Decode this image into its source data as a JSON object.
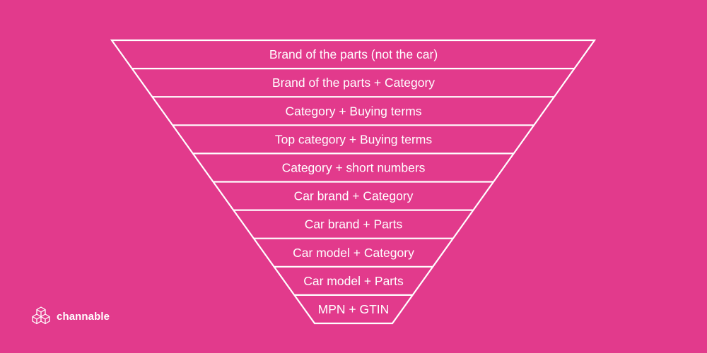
{
  "funnel": {
    "levels": [
      "Brand of the parts (not the car)",
      "Brand of the parts + Category",
      "Category + Buying terms",
      "Top category + Buying terms",
      "Category + short numbers",
      "Car brand + Category",
      "Car brand + Parts",
      "Car model + Category",
      "Car model + Parts",
      "MPN + GTIN"
    ]
  },
  "brand": {
    "name": "channable",
    "icon": "channable-cube-logo-icon"
  },
  "colors": {
    "background": "#e23a8c",
    "foreground": "#ffffff"
  }
}
